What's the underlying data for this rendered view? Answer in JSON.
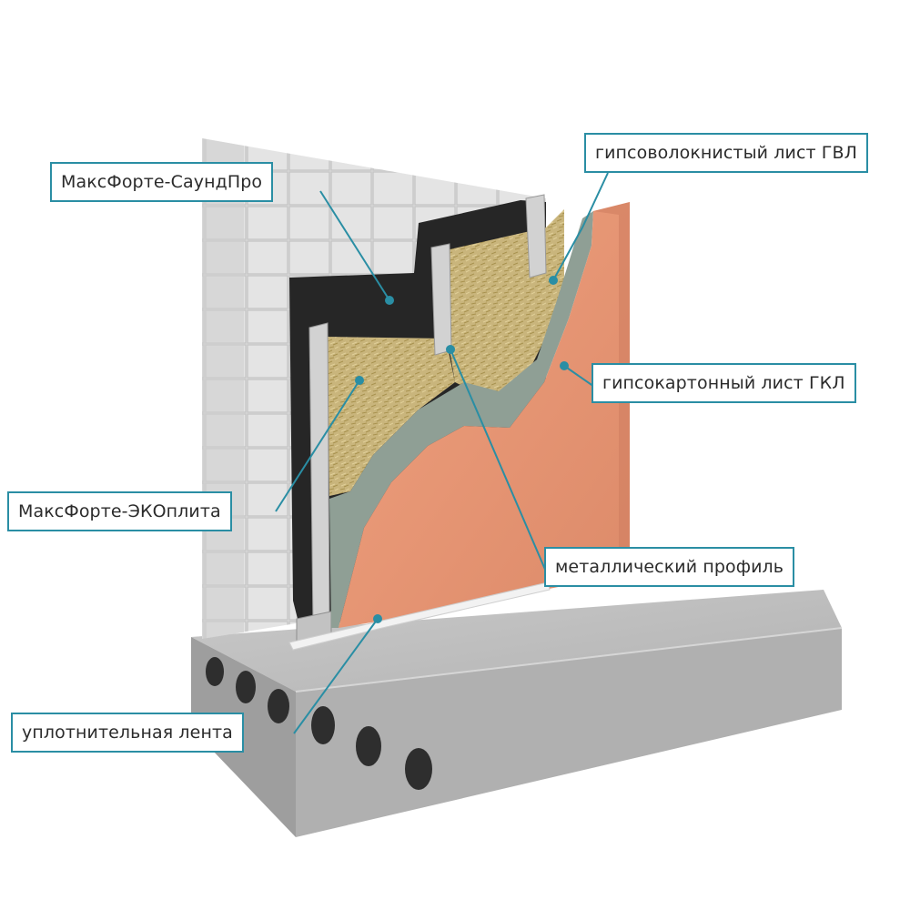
{
  "labels": {
    "soundpro": "МаксФорте-СаундПро",
    "gvl": "гипсоволокнистый лист ГВЛ",
    "gkl": "гипсокартонный лист ГКЛ",
    "ecoplita": "МаксФорте-ЭКОплита",
    "profile": "металлический профиль",
    "tape": "уплотнительная лента"
  },
  "colors": {
    "accent": "#2a8ea4",
    "brick": "#d9d9d9",
    "membrane": "#262626",
    "mineral_wool": "#c8b57a",
    "gvl_sheet": "#8c9c92",
    "gkl_sheet": "#e59576",
    "concrete": "#bdbdbd",
    "metal": "#cfcfcf"
  }
}
